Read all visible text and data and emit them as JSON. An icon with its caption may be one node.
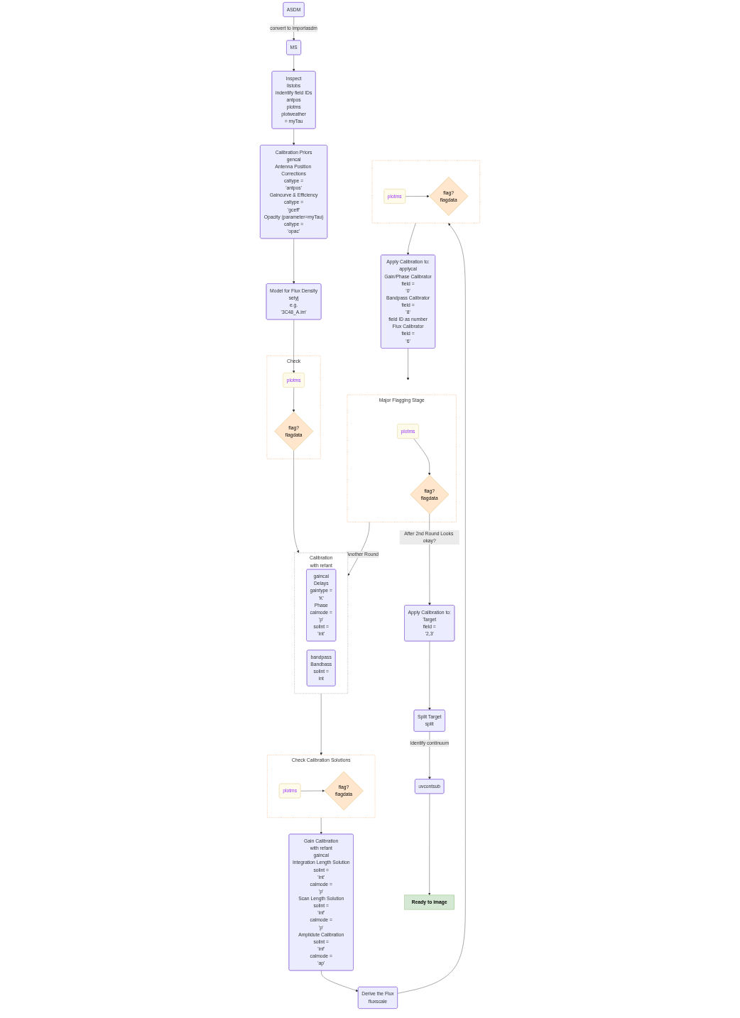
{
  "diagram": {
    "nodes": [
      {
        "text": [
          "ASDM"
        ]
      },
      {
        "text": [
          "MS"
        ]
      },
      {
        "text": [
          "Inspect",
          "listobs",
          "indentify field IDs",
          "antpos",
          "plotms",
          "plotweather",
          "= myTau"
        ]
      },
      {
        "text": [
          "Calibration Priors",
          "gencal",
          "Antenna Position Corrections",
          "caltype =",
          "'antpos'",
          "Gaincurve & Efficiency",
          "caltype =",
          "'gceff'",
          "Opacity (parameter=myTau)",
          "caltype =",
          "'opac'"
        ]
      },
      {
        "text": [
          "Model for Flux Density",
          "setyj",
          "e.g.",
          "'3C48_A.im'"
        ]
      },
      {
        "text": [
          "Check"
        ]
      },
      {
        "text": [
          "plotms"
        ],
        "in": 5
      },
      {
        "text": [
          "flag?",
          "flagdata"
        ],
        "in": 5
      },
      {
        "text": [
          "Calibration",
          "with refant"
        ]
      },
      {
        "text": [
          "gaincal",
          "Delays",
          "gaintype =",
          "'K'",
          "Phase",
          "calmode =",
          "'p'",
          "solint =",
          "'int'"
        ],
        "in": 8
      },
      {
        "text": [
          "bandpass",
          "Bandbass",
          "solint =",
          "int"
        ],
        "in": 8
      },
      {
        "text": [
          "Gain Calibration",
          "with refant",
          "gaincal",
          "Integration Length Solution",
          "solint =",
          "'int'",
          "calmode =",
          "'p'",
          "Scan Length Solution",
          "solint =",
          "'inf'",
          "calmode =",
          "'p'",
          "Amplidute Calibration",
          "solint =",
          "'inf'",
          "calmode =",
          "'ap'"
        ]
      },
      {
        "text": [
          "Check Calibration Solutions"
        ]
      },
      {
        "text": [
          "plotms"
        ],
        "in": 12
      },
      {
        "text": [
          "flag?",
          "flagdata"
        ],
        "in": 12
      },
      {
        "text": [
          "Derive the Flux",
          "fluxscale"
        ]
      },
      {
        "text": [],
        "shape": "box"
      },
      {
        "text": [
          "plotms"
        ],
        "in": 16
      },
      {
        "text": [
          "flag?",
          "flagdata"
        ],
        "in": 16
      },
      {
        "text": [
          "Apply Calibration to:",
          "applycal",
          "Gain/Phase Calibrator",
          "field =",
          "'0'",
          "Bandpass Calibrator",
          "field =",
          "'8'",
          "field ID as number",
          "Flux Calibrator",
          "field =",
          "'6'"
        ]
      },
      {
        "text": [
          "Major Flagging Stage"
        ]
      },
      {
        "text": [
          "plotms"
        ],
        "in": 20
      },
      {
        "text": [
          "flag?",
          "flagdata"
        ],
        "in": 20
      },
      {
        "text": [
          "Apply Calibration to:",
          "Target",
          "field =",
          "'2,3'"
        ]
      },
      {
        "text": [
          "Split Target",
          "split"
        ]
      },
      {
        "text": [
          "uvcontsub"
        ]
      },
      {
        "text": [
          "Ready to image"
        ]
      }
    ],
    "edges": [
      {
        "from": 0,
        "to": 1,
        "arrow": "to",
        "label": "convert to importasdm"
      },
      {
        "from": 1,
        "to": 2,
        "arrow": "to"
      },
      {
        "from": 2,
        "to": 3,
        "arrow": "to"
      },
      {
        "from": 3,
        "to": 4,
        "arrow": "to"
      },
      {
        "from": 4,
        "to": 6,
        "arrow": "to"
      },
      {
        "from": 6,
        "to": 7,
        "arrow": "to"
      },
      {
        "from": 7,
        "to": 8,
        "arrow": "to"
      },
      {
        "from": 8,
        "to": 12,
        "arrow": "to"
      },
      {
        "from": 13,
        "to": 14,
        "arrow": "to"
      },
      {
        "from": 12,
        "to": 11,
        "arrow": "to"
      },
      {
        "from": 11,
        "to": 15,
        "arrow": "to"
      },
      {
        "from": 15,
        "to": 16,
        "arrow": "to"
      },
      {
        "from": 17,
        "to": 18,
        "arrow": "to"
      },
      {
        "from": 16,
        "to": 19,
        "arrow": "to"
      },
      {
        "from": 19,
        "to": 20,
        "arrow": "to"
      },
      {
        "from": 21,
        "to": 22,
        "arrow": "to"
      },
      {
        "from": 22,
        "to": 23,
        "arrow": "to",
        "label": "After 2nd Round Looks okay?"
      },
      {
        "from": 20,
        "to": 8,
        "arrow": "to",
        "label": "Another Round"
      },
      {
        "from": 23,
        "to": 24,
        "arrow": "to"
      },
      {
        "from": 24,
        "to": 25,
        "arrow": "to",
        "label": "Identify continuum"
      },
      {
        "from": 25,
        "to": 26,
        "arrow": "to"
      }
    ]
  }
}
